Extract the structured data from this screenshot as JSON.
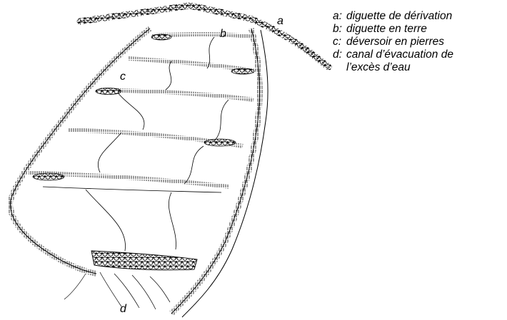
{
  "diagram": {
    "labels": [
      {
        "key": "a",
        "name": "diversion-dike"
      },
      {
        "key": "b",
        "name": "earth-dike"
      },
      {
        "key": "c",
        "name": "stone-weir"
      },
      {
        "key": "d",
        "name": "drainage-channel"
      }
    ]
  },
  "legend": {
    "items": [
      {
        "key": "a:",
        "text": "diguette de dérivation"
      },
      {
        "key": "b:",
        "text": "diguette en terre"
      },
      {
        "key": "c:",
        "text": "déversoir en pierres"
      },
      {
        "key": "d:",
        "text": "canal d’évacuation de\nl’excès d’eau"
      }
    ]
  }
}
